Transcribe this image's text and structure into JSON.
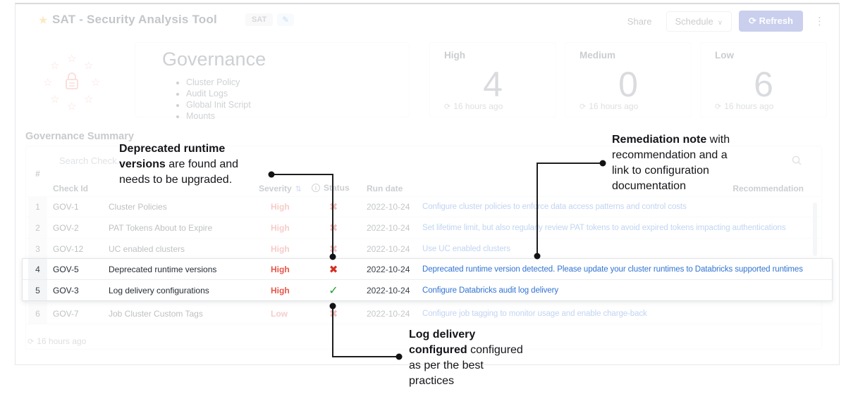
{
  "header": {
    "title": "SAT - Security Analysis Tool",
    "tag": "SAT",
    "share_label": "Share",
    "schedule_label": "Schedule",
    "refresh_label": "Refresh"
  },
  "governance_card": {
    "title": "Governance",
    "items": [
      "Cluster Policy",
      "Audit Logs",
      "Global Init Script",
      "Mounts"
    ]
  },
  "metric_cards": [
    {
      "label": "High",
      "value": "4",
      "updated": "16 hours ago"
    },
    {
      "label": "Medium",
      "value": "0",
      "updated": "16 hours ago"
    },
    {
      "label": "Low",
      "value": "6",
      "updated": "16 hours ago"
    }
  ],
  "summary": {
    "title": "Governance Summary",
    "search_placeholder": "Search Check...",
    "columns": {
      "num": "#",
      "check_id": "Check Id",
      "severity": "Severity",
      "status": "Status",
      "run_date": "Run date",
      "recommendation": "Recommendation"
    },
    "rows": [
      {
        "num": "1",
        "check_id": "GOV-1",
        "name": "Cluster Policies",
        "severity": "High",
        "status": "fail",
        "run_date": "2022-10-24",
        "recommendation": "Configure cluster policies to enforce data access patterns and control costs",
        "highlighted": false
      },
      {
        "num": "2",
        "check_id": "GOV-2",
        "name": "PAT Tokens About to Expire",
        "severity": "High",
        "status": "fail",
        "run_date": "2022-10-24",
        "recommendation": "Set lifetime limit, but also regularly review PAT tokens to avoid expired tokens impacting authentications",
        "highlighted": false
      },
      {
        "num": "3",
        "check_id": "GOV-12",
        "name": "UC enabled clusters",
        "severity": "High",
        "status": "fail",
        "run_date": "2022-10-24",
        "recommendation": "Use UC enabled clusters",
        "highlighted": false
      },
      {
        "num": "4",
        "check_id": "GOV-5",
        "name": "Deprecated runtime versions",
        "severity": "High",
        "status": "fail",
        "run_date": "2022-10-24",
        "recommendation": "Deprecated runtime version detected. Please update your cluster runtimes to Databricks supported runtimes",
        "highlighted": true
      },
      {
        "num": "5",
        "check_id": "GOV-3",
        "name": "Log delivery configurations",
        "severity": "High",
        "status": "pass",
        "run_date": "2022-10-24",
        "recommendation": "Configure Databricks audit log delivery",
        "highlighted": true
      },
      {
        "num": "6",
        "check_id": "GOV-7",
        "name": "Job Cluster Custom Tags",
        "severity": "Low",
        "status": "fail",
        "run_date": "2022-10-24",
        "recommendation": "Configure job tagging to monitor usage and enable charge-back",
        "highlighted": false
      }
    ],
    "footer_updated": "16 hours ago"
  },
  "annotations": [
    {
      "segments": [
        {
          "text": "Deprecated runtime\nversions",
          "bold": true
        },
        {
          "text": " are found and\nneeds to be upgraded.",
          "bold": false
        }
      ]
    },
    {
      "segments": [
        {
          "text": "Remediation note",
          "bold": true
        },
        {
          "text": " with\nrecommendation and a\nlink to configuration\ndocumentation",
          "bold": false
        }
      ]
    },
    {
      "segments": [
        {
          "text": "Log delivery\nconfigured ",
          "bold": true
        },
        {
          "text": " configured\nas per the best\npractices",
          "bold": false
        }
      ]
    }
  ],
  "icons": {
    "star": "★",
    "star_outline": "☆",
    "pencil": "✎",
    "caret_down": "∨",
    "kebab": "⋮",
    "refresh_arrow": "⟳",
    "updated_clock": "⟳",
    "sort": "⇅",
    "fail_mark": "✖",
    "pass_mark": "✓"
  },
  "colors": {
    "fail_red": "#d62e22",
    "pass_green": "#1fa32c",
    "severity_high": "#e4574b",
    "link_blue": "#3173d2",
    "annotation_black": "#141519",
    "refresh_button_blue": "#4f63c6",
    "favorite_star_gold": "#f3b840",
    "governance_icon_coral": "#f09a92"
  }
}
